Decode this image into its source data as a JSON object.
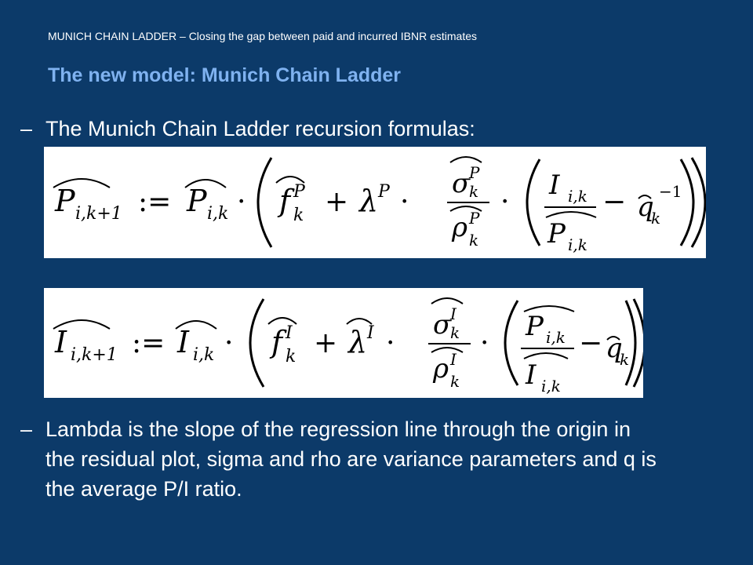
{
  "header": {
    "caption": "MUNICH CHAIN LADDER – Closing the gap between paid and incurred IBNR estimates",
    "title": "The new model: Munich Chain Ladder"
  },
  "bullets": [
    {
      "dash": "–",
      "text": "The Munich Chain Ladder recursion formulas:"
    },
    {
      "dash": "–",
      "text": "Lambda is the slope of the regression line through the origin in the residual plot, sigma and rho are variance parameters and q is the average P/I ratio."
    }
  ],
  "formulas": {
    "paid": {
      "lhs_symbol": "P",
      "lhs_sub": "i,k+1",
      "assign": ":=",
      "rhs_symbol": "P",
      "rhs_sub": "i,k",
      "dot": "·",
      "f": "f",
      "f_sub": "k",
      "f_sup": "P",
      "plus": "+",
      "lambda": "λ",
      "lambda_sup": "P",
      "sigma": "σ",
      "sigma_sub": "k",
      "sigma_sup": "P",
      "rho": "ρ",
      "rho_sub": "k",
      "rho_sup": "P",
      "ratio_num": "I",
      "ratio_num_sub": "i,k",
      "ratio_den": "P",
      "ratio_den_sub": "i,k",
      "minus": "−",
      "q": "q",
      "q_sub": "k",
      "q_exp": "−1"
    },
    "incurred": {
      "lhs_symbol": "I",
      "lhs_sub": "i,k+1",
      "assign": ":=",
      "rhs_symbol": "I",
      "rhs_sub": "i,k",
      "dot": "·",
      "f": "f",
      "f_sub": "k",
      "f_sup": "I",
      "plus": "+",
      "lambda": "λ",
      "lambda_sup": "I",
      "sigma": "σ",
      "sigma_sub": "k",
      "sigma_sup": "I",
      "rho": "ρ",
      "rho_sub": "k",
      "rho_sup": "I",
      "ratio_num": "P",
      "ratio_num_sub": "i,k",
      "ratio_den": "I",
      "ratio_den_sub": "i,k",
      "minus": "−",
      "q": "q",
      "q_sub": "k"
    }
  }
}
